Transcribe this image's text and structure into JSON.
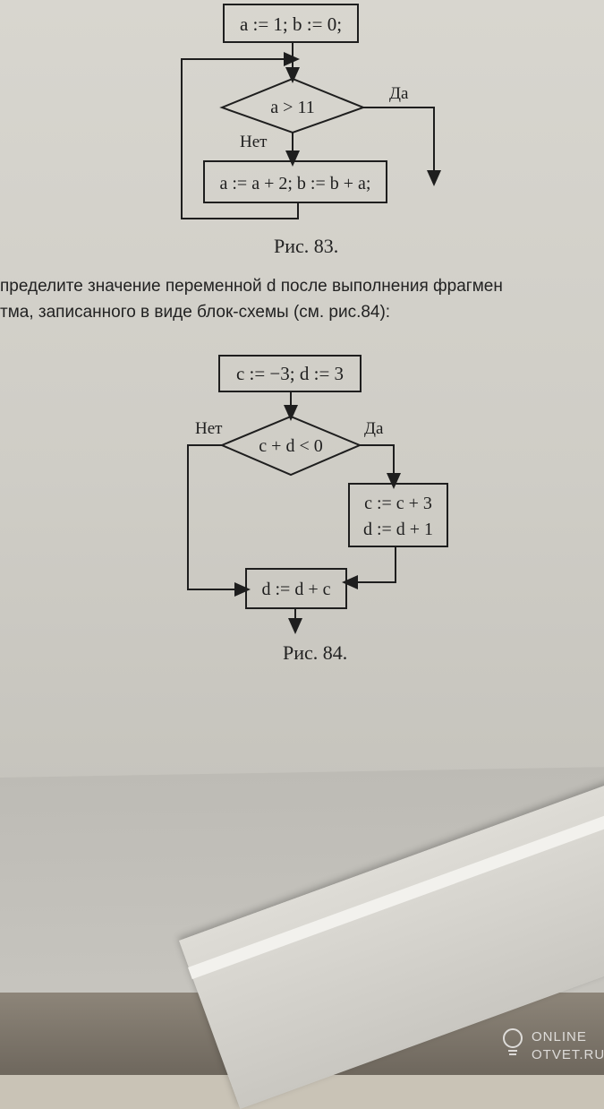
{
  "figure83": {
    "init_block": "a := 1;  b := 0;",
    "condition": "a > 11",
    "yes_label": "Да",
    "no_label": "Нет",
    "body_block": "a := a + 2; b := b + a;",
    "caption": "Рис. 83."
  },
  "task_text": {
    "line1": "пределите значение переменной d после выполнения фрагмен",
    "line2": "тма, записанного в виде блок-схемы (см. рис.84):"
  },
  "figure84": {
    "init_block": "c := −3; d := 3",
    "condition": "c + d < 0",
    "yes_label": "Да",
    "no_label": "Нет",
    "yes_block_line1": "c := c + 3",
    "yes_block_line2": "d := d + 1",
    "merge_block": "d := d + c",
    "caption": "Рис. 84."
  },
  "watermark": {
    "line1": "ONLINE",
    "line2": "OTVET.RU",
    "icon": "lightbulb-icon"
  }
}
